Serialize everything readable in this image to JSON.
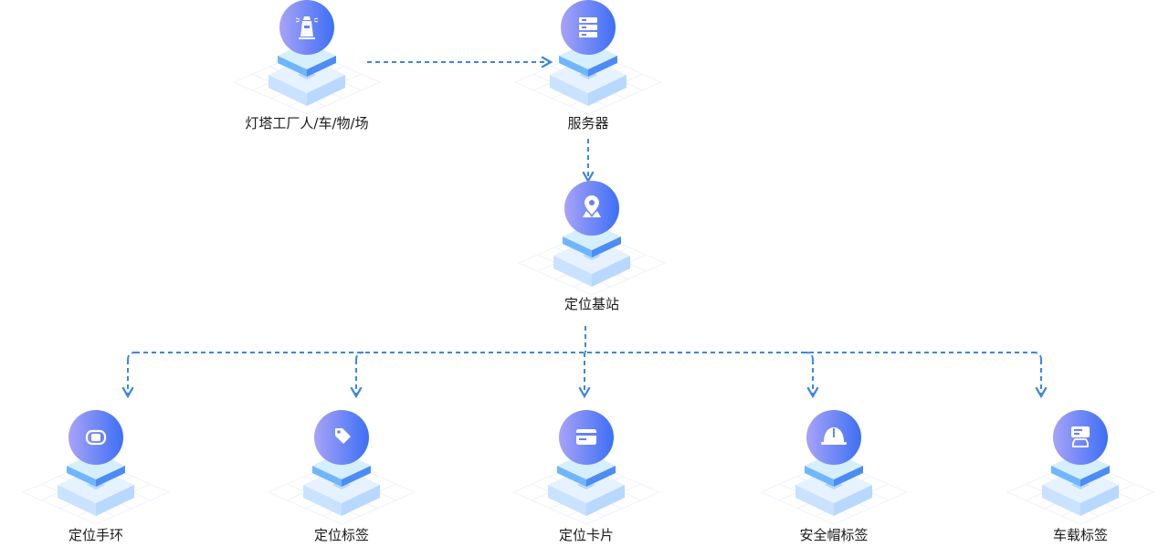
{
  "colors": {
    "connector": "#3b86e0",
    "circle_start": "#a7a3f7",
    "circle_end": "#3d6ff5",
    "slab_top": "#d6efff",
    "slab_side": "#6fb6ff",
    "slab_front": "#4d8cf6",
    "base_top": "#e6f2ff",
    "base_side": "#b8d8ff",
    "grid": "#eef3fb"
  },
  "nodes": {
    "lighthouse": {
      "label": "灯塔工厂人/车/物/场",
      "icon": "lighthouse-icon"
    },
    "server": {
      "label": "服务器",
      "icon": "server-rack-icon"
    },
    "base_station": {
      "label": "定位基站",
      "icon": "map-pin-icon"
    },
    "wristband": {
      "label": "定位手环",
      "icon": "wristband-icon"
    },
    "tag": {
      "label": "定位标签",
      "icon": "tag-icon"
    },
    "card": {
      "label": "定位卡片",
      "icon": "card-icon"
    },
    "helmet": {
      "label": "安全帽标签",
      "icon": "helmet-icon"
    },
    "vehicle": {
      "label": "车载标签",
      "icon": "vehicle-tag-icon"
    }
  }
}
